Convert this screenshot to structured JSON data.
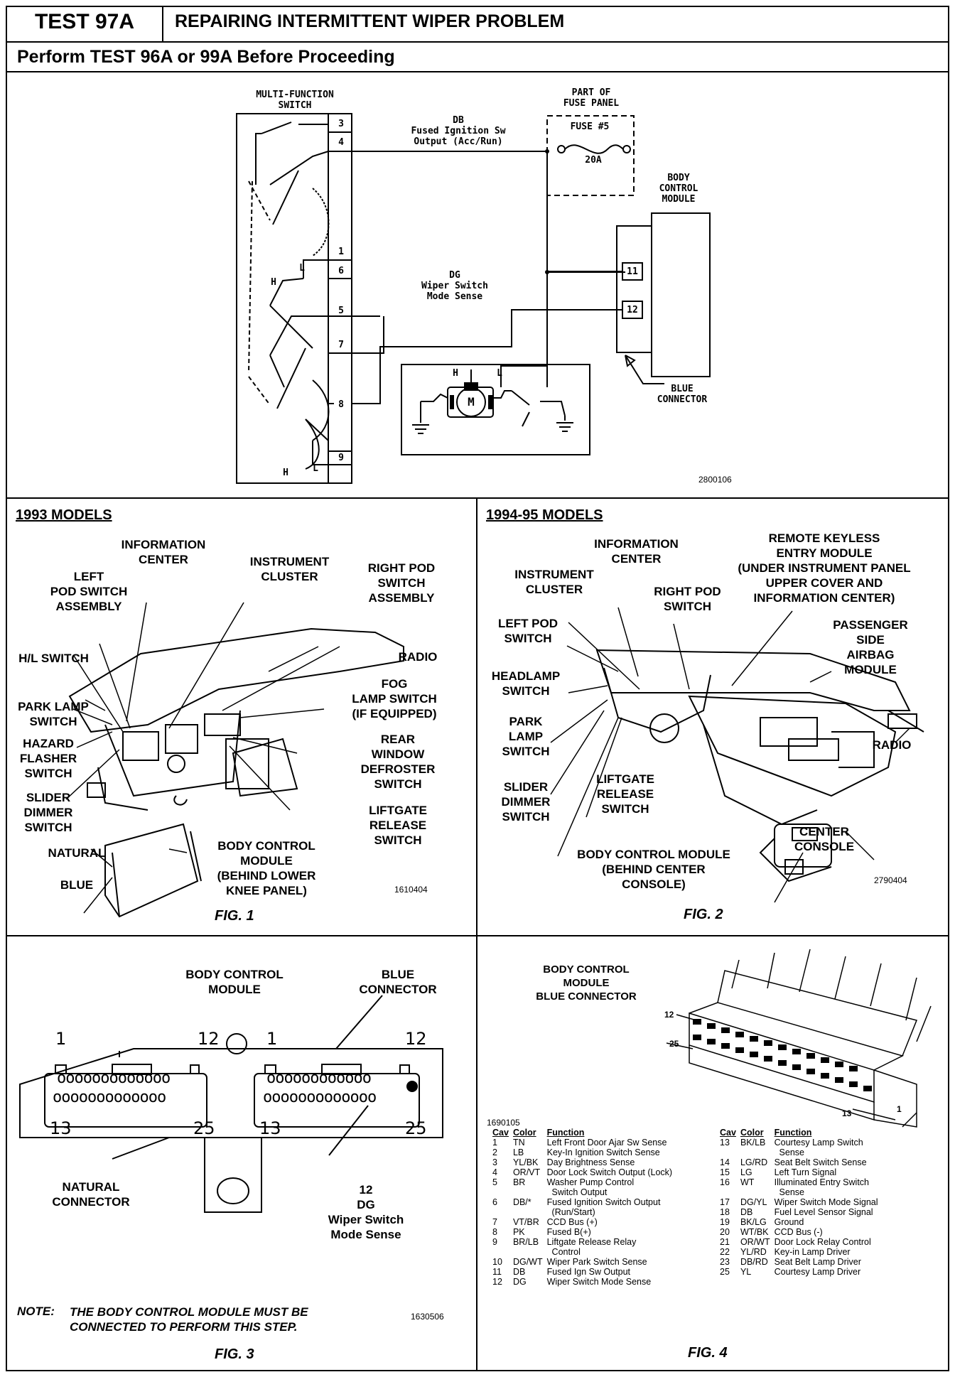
{
  "header": {
    "test_id": "TEST 97A",
    "title": "REPAIRING INTERMITTENT WIPER PROBLEM",
    "subtitle": "Perform TEST 96A or 99A Before Proceeding"
  },
  "schematic": {
    "mfs_label": "MULTI-FUNCTION\nSWITCH",
    "fuse_panel_label": "PART OF\nFUSE PANEL",
    "fuse_name": "FUSE #5",
    "fuse_rating": "20A",
    "wire_db_label": "DB\nFused Ignition Sw\nOutput (Acc/Run)",
    "wire_dg_label": "DG\nWiper Switch\nMode Sense",
    "bcm_label": "BODY\nCONTROL\nMODULE",
    "blue_connector_label": "BLUE\nCONNECTOR",
    "pin_11": "11",
    "pin_12": "12",
    "switch_pins": [
      "3",
      "4",
      "1",
      "6",
      "5",
      "7",
      "8",
      "9"
    ],
    "motor": "M",
    "motor_h": "H",
    "motor_l": "L",
    "h_label": "H",
    "l_label": "L",
    "hl_bottom": "H",
    "hl_bottom_l": "L",
    "ref": "2800106"
  },
  "fig1": {
    "title": "1993 MODELS",
    "labels": {
      "info_center": "INFORMATION\nCENTER",
      "instrument_cluster": "INSTRUMENT\nCLUSTER",
      "left_pod": "LEFT\nPOD SWITCH\nASSEMBLY",
      "right_pod": "RIGHT POD\nSWITCH\nASSEMBLY",
      "hl_switch": "H/L SWITCH",
      "radio": "RADIO",
      "park_lamp": "PARK LAMP\nSWITCH",
      "fog_lamp": "FOG\nLAMP SWITCH\n(IF EQUIPPED)",
      "hazard": "HAZARD\nFLASHER\nSWITCH",
      "rear_window": "REAR\nWINDOW\nDEFROSTER\nSWITCH",
      "slider": "SLIDER\nDIMMER\nSWITCH",
      "liftgate": "LIFTGATE\nRELEASE\nSWITCH",
      "natural": "NATURAL",
      "bcm": "BODY CONTROL\nMODULE\n(BEHIND LOWER\nKNEE PANEL)",
      "blue": "BLUE"
    },
    "ref": "1610404",
    "caption": "FIG. 1"
  },
  "fig2": {
    "title": "1994-95 MODELS",
    "labels": {
      "info_center": "INFORMATION\nCENTER",
      "remote_keyless": "REMOTE KEYLESS\nENTRY MODULE\n(UNDER INSTRUMENT PANEL\nUPPER COVER AND\nINFORMATION CENTER)",
      "instrument_cluster": "INSTRUMENT\nCLUSTER",
      "right_pod": "RIGHT POD\nSWITCH",
      "left_pod": "LEFT POD\nSWITCH",
      "passenger_airbag": "PASSENGER\nSIDE\nAIRBAG\nMODULE",
      "headlamp": "HEADLAMP\nSWITCH",
      "park_lamp": "PARK\nLAMP\nSWITCH",
      "radio": "RADIO",
      "slider": "SLIDER\nDIMMER\nSWITCH",
      "liftgate": "LIFTGATE\nRELEASE\nSWITCH",
      "center_console": "CENTER\nCONSOLE",
      "bcm": "BODY CONTROL MODULE\n(BEHIND CENTER\nCONSOLE)"
    },
    "ref": "2790404",
    "caption": "FIG. 2"
  },
  "fig3": {
    "bcm_label": "BODY CONTROL\nMODULE",
    "blue_connector": "BLUE\nCONNECTOR",
    "left_top_1": "1",
    "left_top_12": "12",
    "right_top_1": "1",
    "right_top_12": "12",
    "left_bottom_13": "13",
    "left_bottom_25": "25",
    "right_bottom_13": "13",
    "right_bottom_25": "25",
    "natural_connector": "NATURAL\nCONNECTOR",
    "pin_callout": "12\nDG\nWiper Switch\nMode Sense",
    "note_prefix": "NOTE:",
    "note": "THE BODY CONTROL MODULE MUST BE\nCONNECTED TO PERFORM THIS STEP.",
    "ref": "1630506",
    "caption": "FIG. 3"
  },
  "fig4": {
    "title": "BODY CONTROL\nMODULE\nBLUE CONNECTOR",
    "pin12": "12",
    "pin25": "25",
    "pin13": "13",
    "pin1": "1",
    "ref": "1690105",
    "headers": [
      "Cav",
      "Color",
      "Function"
    ],
    "left_rows": [
      [
        "1",
        "TN",
        "Left Front Door Ajar Sw Sense"
      ],
      [
        "2",
        "LB",
        "Key-In Ignition Switch Sense"
      ],
      [
        "3",
        "YL/BK",
        "Day Brightness Sense"
      ],
      [
        "4",
        "OR/VT",
        "Door Lock Switch Output (Lock)"
      ],
      [
        "5",
        "BR",
        "Washer Pump Control\n  Switch Output"
      ],
      [
        "6",
        "DB/*",
        "Fused Ignition Switch Output\n  (Run/Start)"
      ],
      [
        "7",
        "VT/BR",
        "CCD Bus (+)"
      ],
      [
        "8",
        "PK",
        "Fused B(+)"
      ],
      [
        "9",
        "BR/LB",
        "Liftgate Release Relay\n  Control"
      ],
      [
        "10",
        "DG/WT",
        "Wiper Park Switch Sense"
      ],
      [
        "11",
        "DB",
        "Fused Ign Sw Output"
      ],
      [
        "12",
        "DG",
        "Wiper Switch Mode Sense"
      ]
    ],
    "right_rows": [
      [
        "13",
        "BK/LB",
        "Courtesy Lamp Switch\n  Sense"
      ],
      [
        "14",
        "LG/RD",
        "Seat Belt Switch Sense"
      ],
      [
        "15",
        "LG",
        "Left Turn Signal"
      ],
      [
        "16",
        "WT",
        "Illuminated Entry Switch\n  Sense"
      ],
      [
        "17",
        "DG/YL",
        "Wiper Switch Mode Signal"
      ],
      [
        "18",
        "DB",
        "Fuel Level Sensor Signal"
      ],
      [
        "19",
        "BK/LG",
        "Ground"
      ],
      [
        "20",
        "WT/BK",
        "CCD Bus (-)"
      ],
      [
        "21",
        "OR/WT",
        "Door Lock Relay Control"
      ],
      [
        "22",
        "YL/RD",
        "Key-in Lamp Driver"
      ],
      [
        "23",
        "DB/RD",
        "Seat Belt Lamp Driver"
      ],
      [
        "25",
        "YL",
        "Courtesy Lamp Driver"
      ]
    ],
    "caption": "FIG. 4"
  }
}
